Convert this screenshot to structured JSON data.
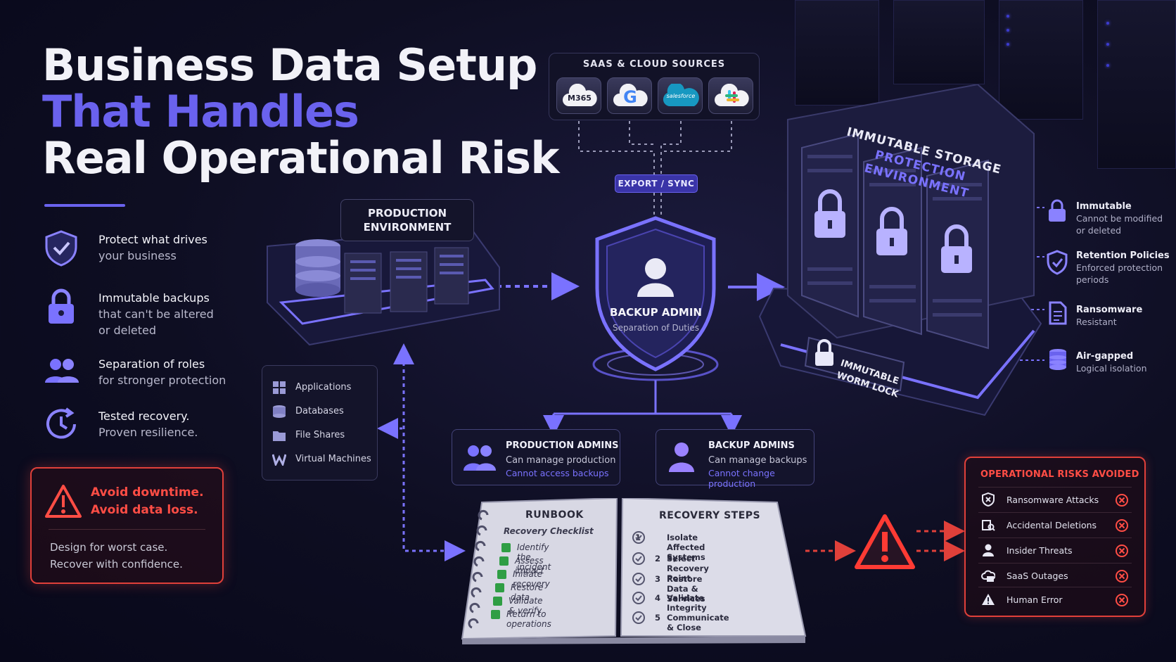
{
  "title": {
    "line1": "Business Data Setup",
    "line2": "That Handles",
    "line3": "Real Operational Risk"
  },
  "features": [
    {
      "icon": "shield-check-icon",
      "bold": "Protect what drives",
      "rest": "your business"
    },
    {
      "icon": "lock-icon",
      "bold": "Immutable backups",
      "rest": "that can't be altered",
      "rest2": "or deleted"
    },
    {
      "icon": "users-icon",
      "bold": "Separation of roles",
      "rest": "for stronger protection"
    },
    {
      "icon": "clock-refresh-icon",
      "bold": "Tested recovery.",
      "rest": "Proven resilience."
    }
  ],
  "avoid": {
    "line1": "Avoid downtime.",
    "line2": "Avoid data loss.",
    "sub1": "Design for worst case.",
    "sub2": "Recover with confidence."
  },
  "saas": {
    "heading": "SAAS & CLOUD SOURCES",
    "tiles": [
      {
        "icon": "m365-cloud-icon",
        "label": "M365"
      },
      {
        "icon": "google-icon",
        "label": "G"
      },
      {
        "icon": "salesforce-icon",
        "label": "salesforce"
      },
      {
        "icon": "slack-icon",
        "label": ""
      }
    ]
  },
  "export_label": "EXPORT / SYNC",
  "production": {
    "label1": "PRODUCTION",
    "label2": "ENVIRONMENT",
    "items": [
      "Applications",
      "Databases",
      "File Shares",
      "Virtual Machines"
    ]
  },
  "backup_admin": {
    "title": "BACKUP ADMIN",
    "subtitle": "Separation of Duties"
  },
  "admins": [
    {
      "title": "PRODUCTION ADMINS",
      "line1": "Can manage production",
      "line2": "Cannot access backups"
    },
    {
      "title": "BACKUP ADMINS",
      "line1": "Can manage backups",
      "line2": "Cannot change production"
    }
  ],
  "immutable": {
    "title1": "IMMUTABLE STORAGE",
    "title2": "PROTECTION ENVIRONMENT",
    "worm1": "IMMUTABLE",
    "worm2": "WORM LOCK",
    "props": [
      {
        "icon": "lock-icon",
        "title": "Immutable",
        "l1": "Cannot be modified",
        "l2": "or deleted"
      },
      {
        "icon": "shield-check-icon",
        "title": "Retention Policies",
        "l1": "Enforced protection",
        "l2": "periods"
      },
      {
        "icon": "document-icon",
        "title": "Ransomware",
        "l1": "Resistant",
        "l2": ""
      },
      {
        "icon": "database-icon",
        "title": "Air-gapped",
        "l1": "Logical isolation",
        "l2": ""
      }
    ]
  },
  "runbook": {
    "heading": "RUNBOOK",
    "subheading": "Recovery Checklist",
    "checklist": [
      "Identify the incident",
      "Assess impact",
      "Initiate recovery",
      "Restore data",
      "Validate & verify",
      "Return to operations"
    ],
    "steps_heading": "RECOVERY STEPS",
    "steps": [
      {
        "num": "1",
        "text": "Isolate Affected Systems"
      },
      {
        "num": "2",
        "text": "Select Recovery Point"
      },
      {
        "num": "3",
        "text": "Restore Data & Services"
      },
      {
        "num": "4",
        "text": "Validate Integrity"
      },
      {
        "num": "5",
        "text": "Communicate & Close"
      }
    ]
  },
  "risks": {
    "heading": "OPERATIONAL RISKS AVOIDED",
    "items": [
      {
        "icon": "shield-x-icon",
        "label": "Ransomware Attacks"
      },
      {
        "icon": "trash-search-icon",
        "label": "Accidental Deletions"
      },
      {
        "icon": "user-icon",
        "label": "Insider Threats"
      },
      {
        "icon": "cloud-outage-icon",
        "label": "SaaS Outages"
      },
      {
        "icon": "warning-icon",
        "label": "Human Error"
      }
    ]
  },
  "colors": {
    "accent": "#6a62ee",
    "danger": "#e0403a",
    "background": "#0e0e22"
  }
}
